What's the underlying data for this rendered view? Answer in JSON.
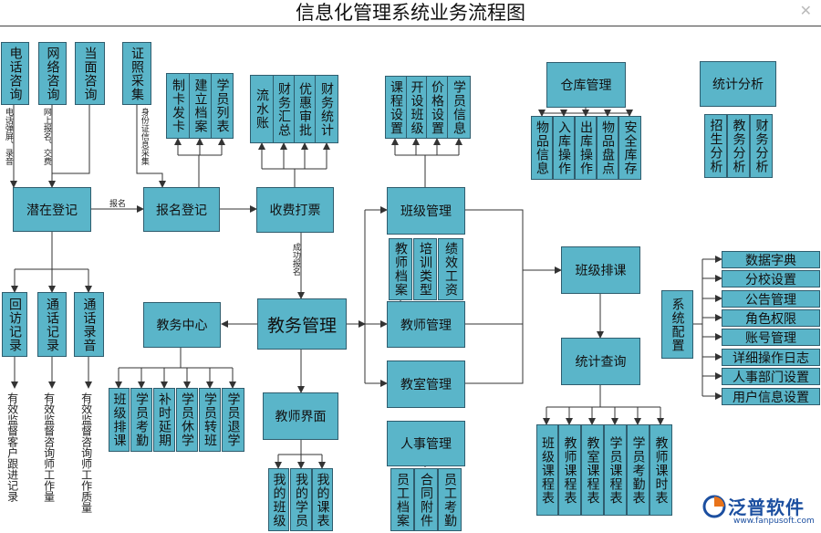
{
  "title": "信息化管理系统业务流程图",
  "nodes": {
    "qianzai": "潜在登记",
    "baoming": "报名登记",
    "shoufei": "收费打票",
    "dianhua": "电话咨询",
    "wangluo": "网络咨询",
    "dangmian": "当面咨询",
    "zhengzhao": "证照采集",
    "zhika": "制卡发卡",
    "jianli": "建立档案",
    "xueyuanlb": "学员列表",
    "liushui": "流水账",
    "caiwuhz": "财务汇总",
    "youhui": "优惠审批",
    "caiwutj": "财务统计",
    "huifang": "回访记录",
    "tonghuajl": "通话记录",
    "tonghualy": "通话录音",
    "jiaowuzx": "教务中心",
    "jiaowugl": "教务管理",
    "jiaoshijm": "教师界面",
    "banjipk1": "班级排课",
    "xuekaoqin": "学员考勤",
    "bushi": "补时延期",
    "xiuxue": "学员休学",
    "zhuanban": "学员转班",
    "tuixue": "学员退学",
    "wodebj": "我的班级",
    "wodexy": "我的学员",
    "wodekb": "我的课表",
    "kecheng": "课程设置",
    "kaishe": "开设班级",
    "jiage": "价格设置",
    "xueyuanxx": "学员信息",
    "banjigl": "班级管理",
    "jiaoshida": "教师档案",
    "peixun": "培训类型",
    "jixiao": "绩效工资",
    "jiaoshigl": "教师管理",
    "jiaoshigl2": "教室管理",
    "renshi": "人事管理",
    "yuangongda": "员工档案",
    "hetong": "合同附件",
    "yuangongkq": "员工考勤",
    "cangku": "仓库管理",
    "wupinxx": "物品信息",
    "ruku": "入库操作",
    "chuku": "出库操作",
    "pandian": "物品盘点",
    "anquan": "安全库存",
    "tongjifx": "统计分析",
    "zhaosheng": "招生分析",
    "jiaowufx": "教务分析",
    "caiwufx": "财务分析",
    "banjipk2": "班级排课",
    "tongjicx": "统计查询",
    "bjkcb": "班级课程表",
    "jskcb": "教师课程表",
    "jshkcb": "教室课程表",
    "xykcb": "学员课程表",
    "xykqb": "学员考勤表",
    "jsksb": "教师课时表",
    "xitong": "系统配置",
    "zidian": "数据字典",
    "fenxiao": "分校设置",
    "gonggao": "公告管理",
    "jiaose": "角色权限",
    "zhanghao": "账号管理",
    "rizhi": "详细操作日志",
    "renshibm": "人事部门设置",
    "yonghu": "用户信息设置"
  },
  "notes": {
    "dianhua": "电话弹屏、录音",
    "wangluo": "网上报名、交费",
    "zhengzhao": "身份证信息采集",
    "baoming": "报名",
    "chenggong": "成功报名",
    "huifang": "有效监督客户跟进记录",
    "tonghuajl": "有效监督咨询师工作量",
    "tonghualy": "有效监督咨询师工作质量"
  },
  "logo": {
    "name": "泛普软件",
    "url": "www.fanpusoft.com"
  },
  "colors": {
    "box": "#5ab5c9",
    "border": "#2f5d6e",
    "line": "#333333",
    "logo": "#1c4fa0"
  }
}
